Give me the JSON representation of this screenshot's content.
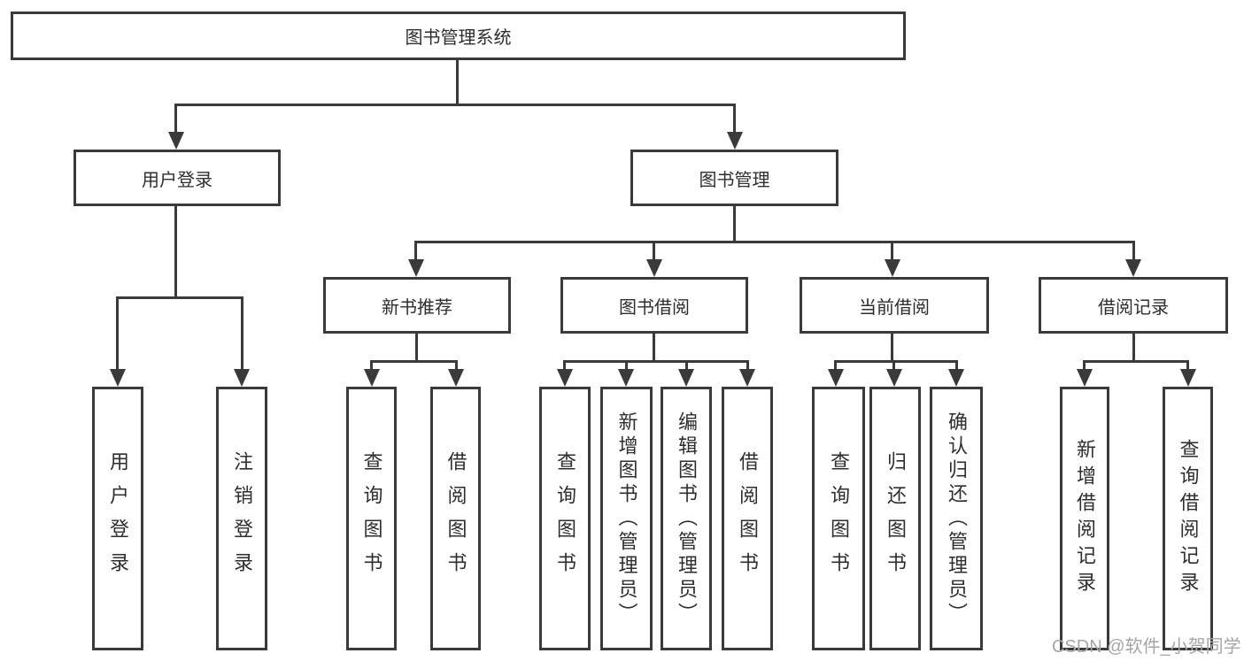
{
  "tree": {
    "root": {
      "label": "图书管理系统"
    },
    "login": {
      "label": "用户登录",
      "children": [
        {
          "label": "用户登录"
        },
        {
          "label": "注销登录"
        }
      ]
    },
    "mgmt": {
      "label": "图书管理"
    },
    "newbook": {
      "label": "新书推荐",
      "children": [
        {
          "label": "查询图书"
        },
        {
          "label": "借阅图书"
        }
      ]
    },
    "borrow": {
      "label": "图书借阅",
      "children": [
        {
          "label": "查询图书"
        },
        {
          "label": "新增图书（管理员）"
        },
        {
          "label": "编辑图书（管理员）"
        },
        {
          "label": "借阅图书"
        }
      ]
    },
    "current": {
      "label": "当前借阅",
      "children": [
        {
          "label": "查询图书"
        },
        {
          "label": "归还图书"
        },
        {
          "label": "确认归还（管理员）"
        }
      ]
    },
    "records": {
      "label": "借阅记录",
      "children": [
        {
          "label": "新增借阅记录"
        },
        {
          "label": "查询借阅记录"
        }
      ]
    }
  },
  "watermark": {
    "text": "CSDN @软件_小贺同学"
  },
  "colors": {
    "line": "#3a3a3a",
    "text": "#2e2e2e",
    "watermark": "#a6a6a6",
    "background": "#ffffff"
  }
}
